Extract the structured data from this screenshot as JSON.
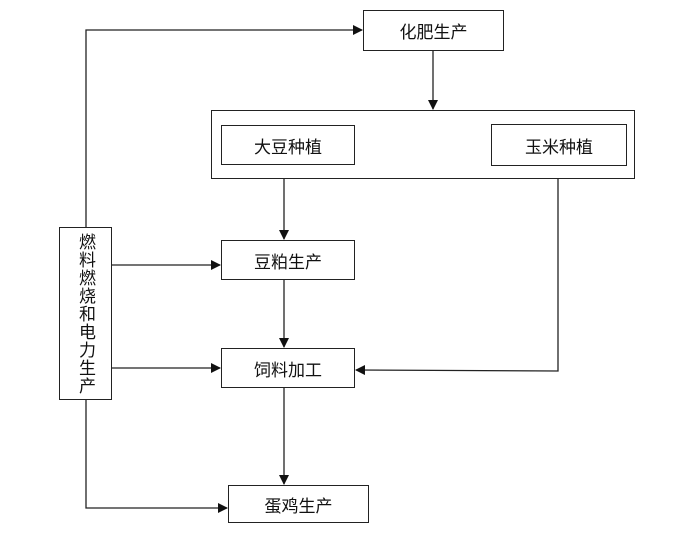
{
  "nodes": {
    "fertilizer": "化肥生产",
    "soybean": "大豆种植",
    "corn": "玉米种植",
    "soymeal": "豆粕生产",
    "feed": "饲料加工",
    "layer": "蛋鸡生产",
    "energy": "燃料燃烧和电力生产"
  }
}
